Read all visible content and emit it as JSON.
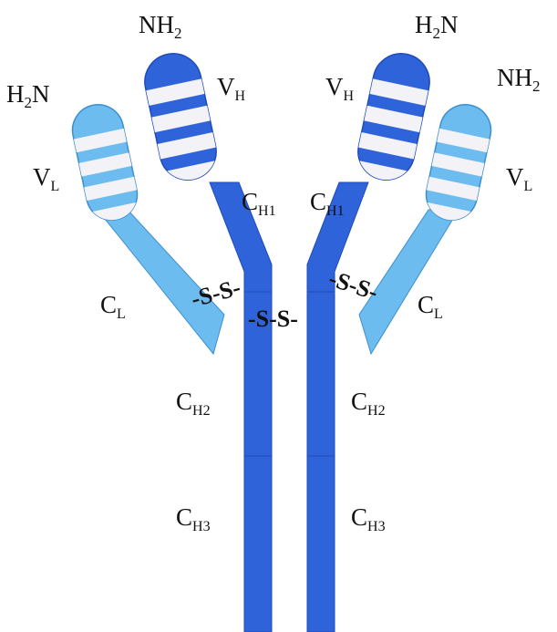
{
  "labels": {
    "left_nh2": {
      "main": "NH",
      "sub": "2"
    },
    "left_h2n": {
      "pre": "H",
      "sub": "2",
      "post": "N"
    },
    "right_h2n": {
      "pre": "H",
      "sub": "2",
      "post": "N"
    },
    "right_nh2": {
      "main": "NH",
      "sub": "2"
    },
    "left_vh": {
      "main": "V",
      "sub": "H"
    },
    "right_vh": {
      "main": "V",
      "sub": "H"
    },
    "left_vl": {
      "main": "V",
      "sub": "L"
    },
    "right_vl": {
      "main": "V",
      "sub": "L"
    },
    "left_ch1": {
      "main": "C",
      "sub": "H1"
    },
    "right_ch1": {
      "main": "C",
      "sub": "H1"
    },
    "left_cl": {
      "main": "C",
      "sub": "L"
    },
    "right_cl": {
      "main": "C",
      "sub": "L"
    },
    "left_ch2": {
      "main": "C",
      "sub": "H2"
    },
    "right_ch2": {
      "main": "C",
      "sub": "H2"
    },
    "left_ch3": {
      "main": "C",
      "sub": "H3"
    },
    "right_ch3": {
      "main": "C",
      "sub": "H3"
    }
  },
  "disulfide": {
    "left": "-S-S-",
    "hinge": "-S-S-",
    "right": "-S-S-"
  },
  "colors": {
    "heavy_chain": "#2f63d9",
    "heavy_chain_dark": "#1f4bb8",
    "light_chain": "#6dbcef",
    "light_chain_dark": "#3d8fd0",
    "stripe": "#f3f3f7",
    "text": "#111111"
  }
}
